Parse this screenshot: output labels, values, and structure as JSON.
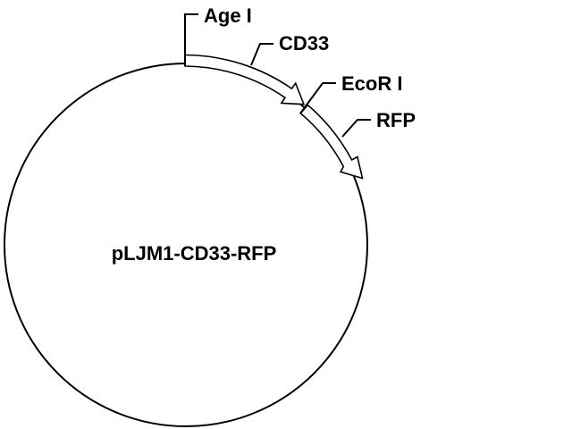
{
  "plasmid": {
    "name": "pLJM1-CD33-RFP"
  },
  "sites": [
    {
      "name": "age-i-site",
      "label": "Age I"
    },
    {
      "name": "ecor-i-site",
      "label": "EcoR I"
    }
  ],
  "features": [
    {
      "name": "cd33-feature",
      "label": "CD33"
    },
    {
      "name": "rfp-feature",
      "label": "RFP"
    }
  ],
  "colors": {
    "stroke": "#000000",
    "fill": "#ffffff"
  }
}
